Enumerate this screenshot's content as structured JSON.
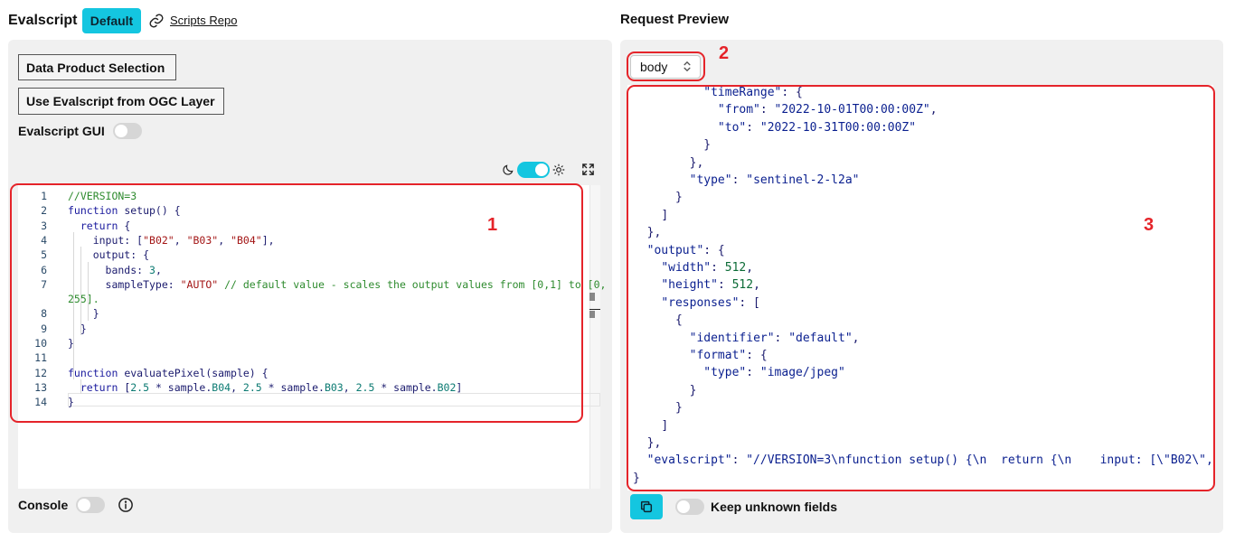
{
  "header": {
    "title": "Evalscript",
    "badge": "Default",
    "scripts_repo": "Scripts Repo"
  },
  "left": {
    "data_product_button": "Data Product Selection",
    "ogc_layer_button": "Use Evalscript from OGC Layer",
    "gui_label": "Evalscript GUI",
    "console_label": "Console",
    "editor": {
      "line_numbers": [
        "1",
        "2",
        "3",
        "4",
        "5",
        "6",
        "7",
        "",
        "8",
        "9",
        "10",
        "11",
        "12",
        "13",
        "14"
      ],
      "lines": [
        [
          {
            "t": "//VERSION=3",
            "c": "c-cmt"
          }
        ],
        [
          {
            "t": "function",
            "c": "c-kw"
          },
          {
            "t": " setup() {",
            "c": ""
          }
        ],
        [
          {
            "t": "  return",
            "c": "c-kw"
          },
          {
            "t": " {",
            "c": ""
          }
        ],
        [
          {
            "t": "    input: [",
            "c": ""
          },
          {
            "t": "\"B02\"",
            "c": "c-str"
          },
          {
            "t": ", ",
            "c": ""
          },
          {
            "t": "\"B03\"",
            "c": "c-str"
          },
          {
            "t": ", ",
            "c": ""
          },
          {
            "t": "\"B04\"",
            "c": "c-str"
          },
          {
            "t": "],",
            "c": ""
          }
        ],
        [
          {
            "t": "    output: {",
            "c": ""
          }
        ],
        [
          {
            "t": "      bands: ",
            "c": ""
          },
          {
            "t": "3",
            "c": "c-num"
          },
          {
            "t": ",",
            "c": ""
          }
        ],
        [
          {
            "t": "      sampleType: ",
            "c": ""
          },
          {
            "t": "\"AUTO\"",
            "c": "c-str"
          },
          {
            "t": " // default value - scales the output values from [0,1] to [0,",
            "c": "c-cmt"
          }
        ],
        [
          {
            "t": "255].",
            "c": "c-cmt"
          }
        ],
        [
          {
            "t": "    }",
            "c": ""
          }
        ],
        [
          {
            "t": "  }",
            "c": ""
          }
        ],
        [
          {
            "t": "}",
            "c": ""
          }
        ],
        [
          {
            "t": "",
            "c": ""
          }
        ],
        [
          {
            "t": "function",
            "c": "c-kw"
          },
          {
            "t": " evaluatePixel(sample) {",
            "c": ""
          }
        ],
        [
          {
            "t": "  return",
            "c": "c-kw"
          },
          {
            "t": " [",
            "c": ""
          },
          {
            "t": "2.5",
            "c": "c-num"
          },
          {
            "t": " * sample.",
            "c": ""
          },
          {
            "t": "B04",
            "c": "c-num"
          },
          {
            "t": ", ",
            "c": ""
          },
          {
            "t": "2.5",
            "c": "c-num"
          },
          {
            "t": " * sample.",
            "c": ""
          },
          {
            "t": "B03",
            "c": "c-num"
          },
          {
            "t": ", ",
            "c": ""
          },
          {
            "t": "2.5",
            "c": "c-num"
          },
          {
            "t": " * sample.",
            "c": ""
          },
          {
            "t": "B02",
            "c": "c-num"
          },
          {
            "t": "]",
            "c": ""
          }
        ],
        [
          {
            "t": "}",
            "c": ""
          }
        ]
      ]
    }
  },
  "right": {
    "title": "Request Preview",
    "select_value": "body",
    "keep_label": "Keep unknown fields",
    "json_lines": [
      {
        "i": "          ",
        "p": [
          {
            "t": "\"timeRange\"",
            "c": "j-key"
          },
          {
            "t": ": {",
            "c": ""
          }
        ]
      },
      {
        "i": "            ",
        "p": [
          {
            "t": "\"from\"",
            "c": "j-key"
          },
          {
            "t": ": ",
            "c": ""
          },
          {
            "t": "\"2022-10-01T00:00:00Z\"",
            "c": "j-str"
          },
          {
            "t": ",",
            "c": ""
          }
        ]
      },
      {
        "i": "            ",
        "p": [
          {
            "t": "\"to\"",
            "c": "j-key"
          },
          {
            "t": ": ",
            "c": ""
          },
          {
            "t": "\"2022-10-31T00:00:00Z\"",
            "c": "j-str"
          }
        ]
      },
      {
        "i": "          ",
        "p": [
          {
            "t": "}",
            "c": ""
          }
        ]
      },
      {
        "i": "        ",
        "p": [
          {
            "t": "},",
            "c": ""
          }
        ]
      },
      {
        "i": "        ",
        "p": [
          {
            "t": "\"type\"",
            "c": "j-key"
          },
          {
            "t": ": ",
            "c": ""
          },
          {
            "t": "\"sentinel-2-l2a\"",
            "c": "j-str"
          }
        ]
      },
      {
        "i": "      ",
        "p": [
          {
            "t": "}",
            "c": ""
          }
        ]
      },
      {
        "i": "    ",
        "p": [
          {
            "t": "]",
            "c": ""
          }
        ]
      },
      {
        "i": "  ",
        "p": [
          {
            "t": "},",
            "c": ""
          }
        ]
      },
      {
        "i": "  ",
        "p": [
          {
            "t": "\"output\"",
            "c": "j-key"
          },
          {
            "t": ": {",
            "c": ""
          }
        ]
      },
      {
        "i": "    ",
        "p": [
          {
            "t": "\"width\"",
            "c": "j-key"
          },
          {
            "t": ": ",
            "c": ""
          },
          {
            "t": "512",
            "c": "j-num"
          },
          {
            "t": ",",
            "c": ""
          }
        ]
      },
      {
        "i": "    ",
        "p": [
          {
            "t": "\"height\"",
            "c": "j-key"
          },
          {
            "t": ": ",
            "c": ""
          },
          {
            "t": "512",
            "c": "j-num"
          },
          {
            "t": ",",
            "c": ""
          }
        ]
      },
      {
        "i": "    ",
        "p": [
          {
            "t": "\"responses\"",
            "c": "j-key"
          },
          {
            "t": ": [",
            "c": ""
          }
        ]
      },
      {
        "i": "      ",
        "p": [
          {
            "t": "{",
            "c": ""
          }
        ]
      },
      {
        "i": "        ",
        "p": [
          {
            "t": "\"identifier\"",
            "c": "j-key"
          },
          {
            "t": ": ",
            "c": ""
          },
          {
            "t": "\"default\"",
            "c": "j-str"
          },
          {
            "t": ",",
            "c": ""
          }
        ]
      },
      {
        "i": "        ",
        "p": [
          {
            "t": "\"format\"",
            "c": "j-key"
          },
          {
            "t": ": {",
            "c": ""
          }
        ]
      },
      {
        "i": "          ",
        "p": [
          {
            "t": "\"type\"",
            "c": "j-key"
          },
          {
            "t": ": ",
            "c": ""
          },
          {
            "t": "\"image/jpeg\"",
            "c": "j-str"
          }
        ]
      },
      {
        "i": "        ",
        "p": [
          {
            "t": "}",
            "c": ""
          }
        ]
      },
      {
        "i": "      ",
        "p": [
          {
            "t": "}",
            "c": ""
          }
        ]
      },
      {
        "i": "    ",
        "p": [
          {
            "t": "]",
            "c": ""
          }
        ]
      },
      {
        "i": "  ",
        "p": [
          {
            "t": "},",
            "c": ""
          }
        ]
      },
      {
        "i": "  ",
        "p": [
          {
            "t": "\"evalscript\"",
            "c": "j-key"
          },
          {
            "t": ": ",
            "c": ""
          },
          {
            "t": "\"//VERSION=3\\nfunction setup() {\\n  return {\\n    input: [\\\"B02\\\",",
            "c": "j-str"
          }
        ]
      },
      {
        "i": "",
        "p": [
          {
            "t": "}",
            "c": ""
          }
        ]
      }
    ]
  },
  "annotations": [
    "1",
    "2",
    "3"
  ],
  "colors": {
    "accent": "#14c6e0",
    "annotation": "#e5242a"
  }
}
